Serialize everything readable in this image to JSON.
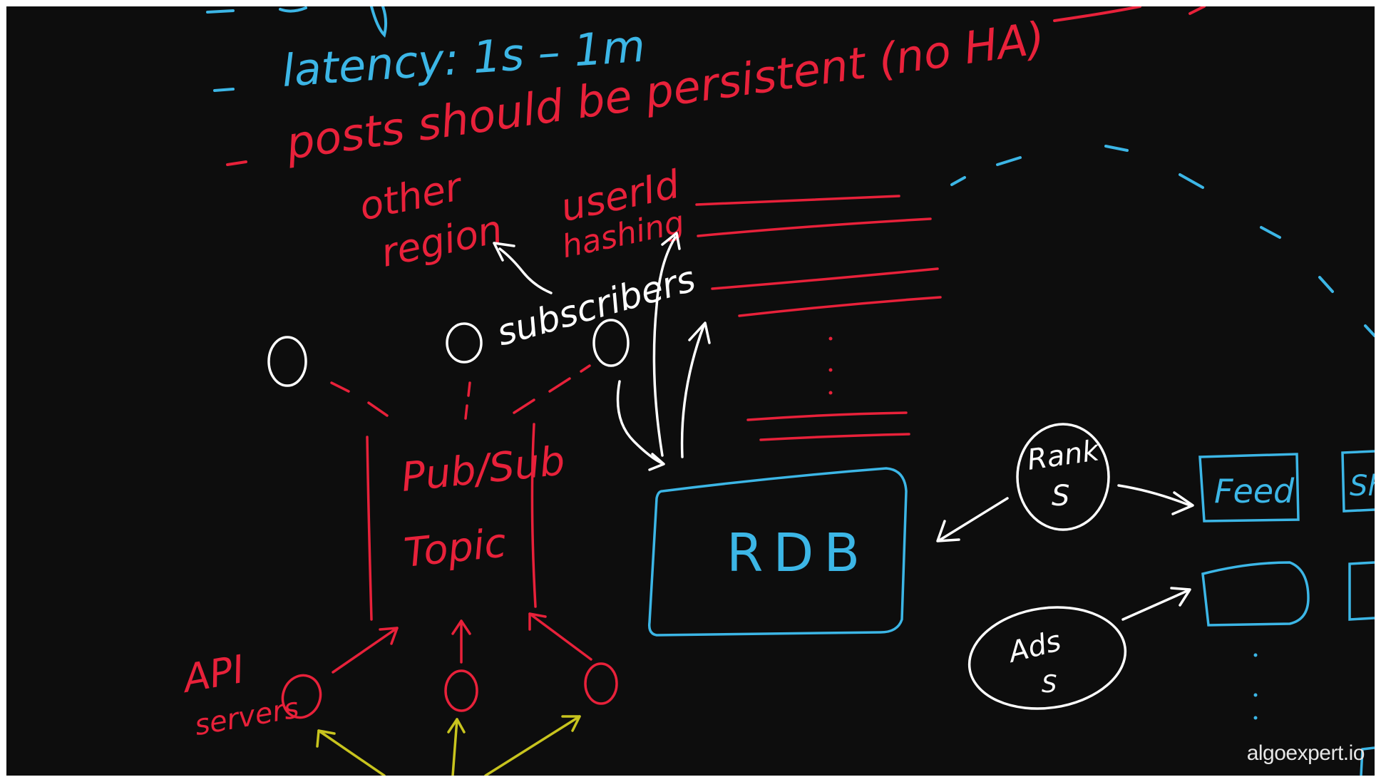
{
  "notes": {
    "latency": "latency: 1s – 1m",
    "persistent": "posts should be persistent (no HA)"
  },
  "labels": {
    "other_region": [
      "other",
      "region"
    ],
    "userid_hashing": [
      "userId",
      "hashing"
    ],
    "subscribers": "subscribers",
    "pubsub": "Pub/Sub",
    "topic": "Topic",
    "api_servers": [
      "API",
      "servers"
    ],
    "rdb": "RDB",
    "rank": [
      "Rank",
      "S"
    ],
    "ads": [
      "Ads",
      "S"
    ],
    "feed": "Feed",
    "sh_partial": "Sh"
  },
  "watermark": "algoexpert.io",
  "colors": {
    "red": "#e8213a",
    "blue": "#3cb6e6",
    "white": "#ffffff",
    "yellow": "#c8c41e",
    "background": "#0d0d0d"
  }
}
